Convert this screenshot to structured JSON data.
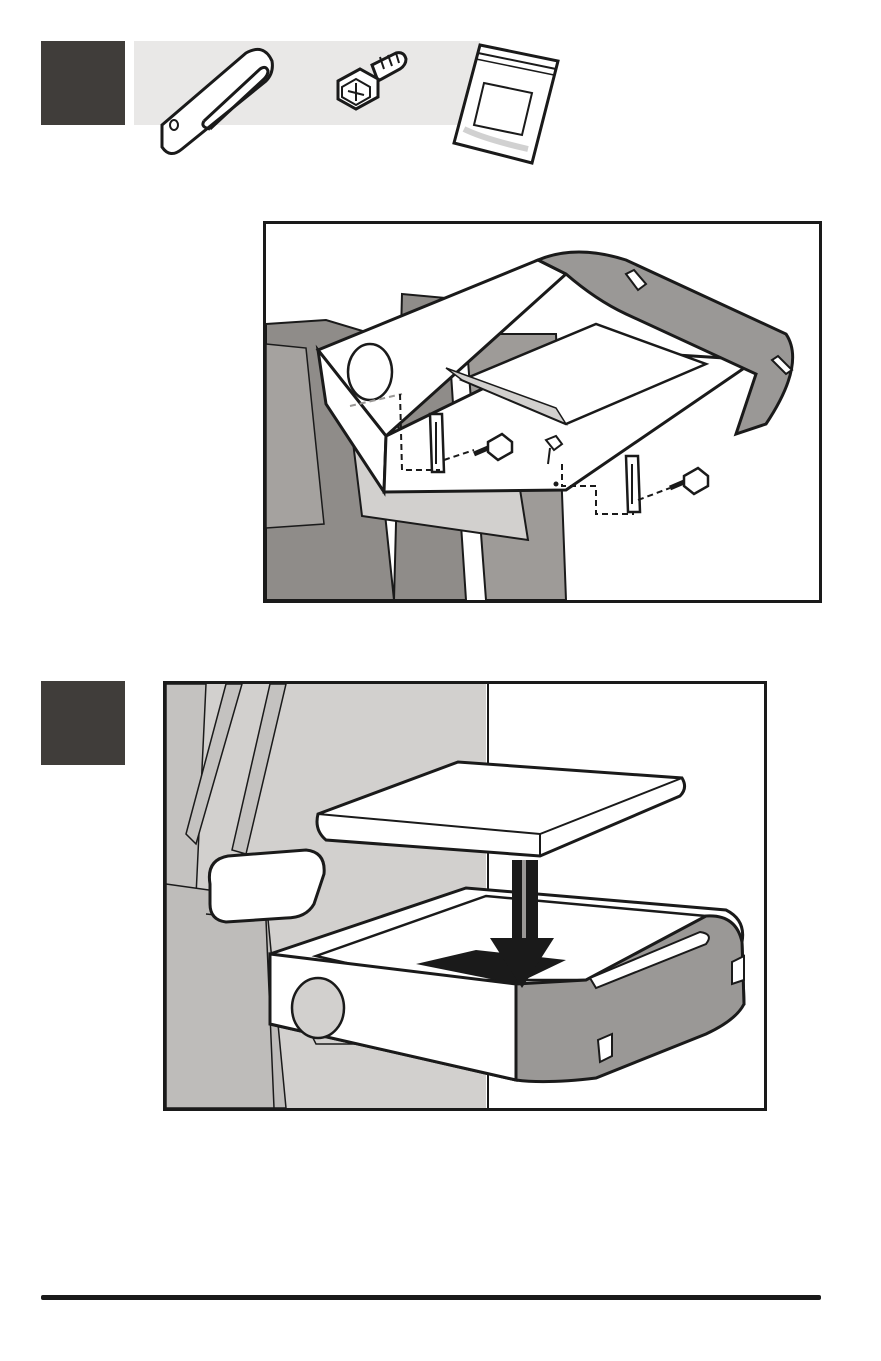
{
  "page": {
    "background": "#ffffff"
  },
  "colors": {
    "step_badge": "#403d3a",
    "parts_strip": "#e9e8e7",
    "outline": "#1a1a1a",
    "grill_body": "#8f8c89",
    "grill_light": "#d2d0ce",
    "handle_gray": "#9a9896",
    "surface_white": "#ffffff",
    "arrow": "#1a1a1a"
  },
  "steps": [
    {
      "badge_icon": "step-badge-dark-square",
      "parts": [
        {
          "icon": "slotted-bracket-icon"
        },
        {
          "icon": "hex-bolt-icon"
        },
        {
          "icon": "hardware-bag-icon"
        }
      ],
      "illustration": "side-table-bracket-attachment-diagram"
    },
    {
      "badge_icon": "step-badge-dark-square",
      "illustration": "tray-insert-into-side-table-diagram",
      "action_icon": "down-arrow-icon"
    }
  ]
}
